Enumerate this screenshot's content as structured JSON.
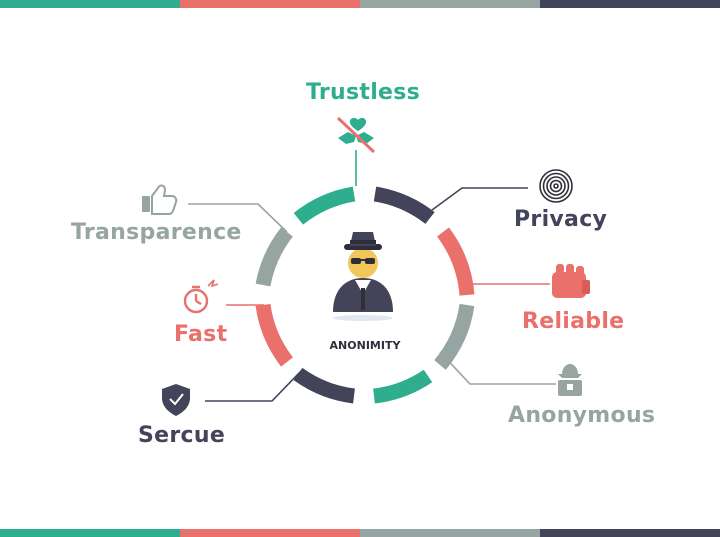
{
  "colors": {
    "teal": "#2fae8f",
    "coral": "#e9706b",
    "gray": "#97a5a2",
    "navy": "#43435a"
  },
  "center": {
    "label": "ANONIMITY",
    "icon": "spy-icon"
  },
  "features": [
    {
      "id": "trustless",
      "label": "Trustless",
      "icon": "no-handshake-icon",
      "color": "#2fae8f"
    },
    {
      "id": "privacy",
      "label": "Privacy",
      "icon": "fingerprint-icon",
      "color": "#43435a"
    },
    {
      "id": "reliable",
      "label": "Reliable",
      "icon": "fist-icon",
      "color": "#e9706b"
    },
    {
      "id": "anonymous",
      "label": "Anonymous",
      "icon": "hacker-icon",
      "color": "#97a5a2"
    },
    {
      "id": "sercue",
      "label": "Sercue",
      "icon": "shield-check-icon",
      "color": "#43435a"
    },
    {
      "id": "fast",
      "label": "Fast",
      "icon": "stopwatch-icon",
      "color": "#e9706b"
    },
    {
      "id": "transparence",
      "label": "Transparence",
      "icon": "thumbs-up-icon",
      "color": "#97a5a2"
    }
  ]
}
